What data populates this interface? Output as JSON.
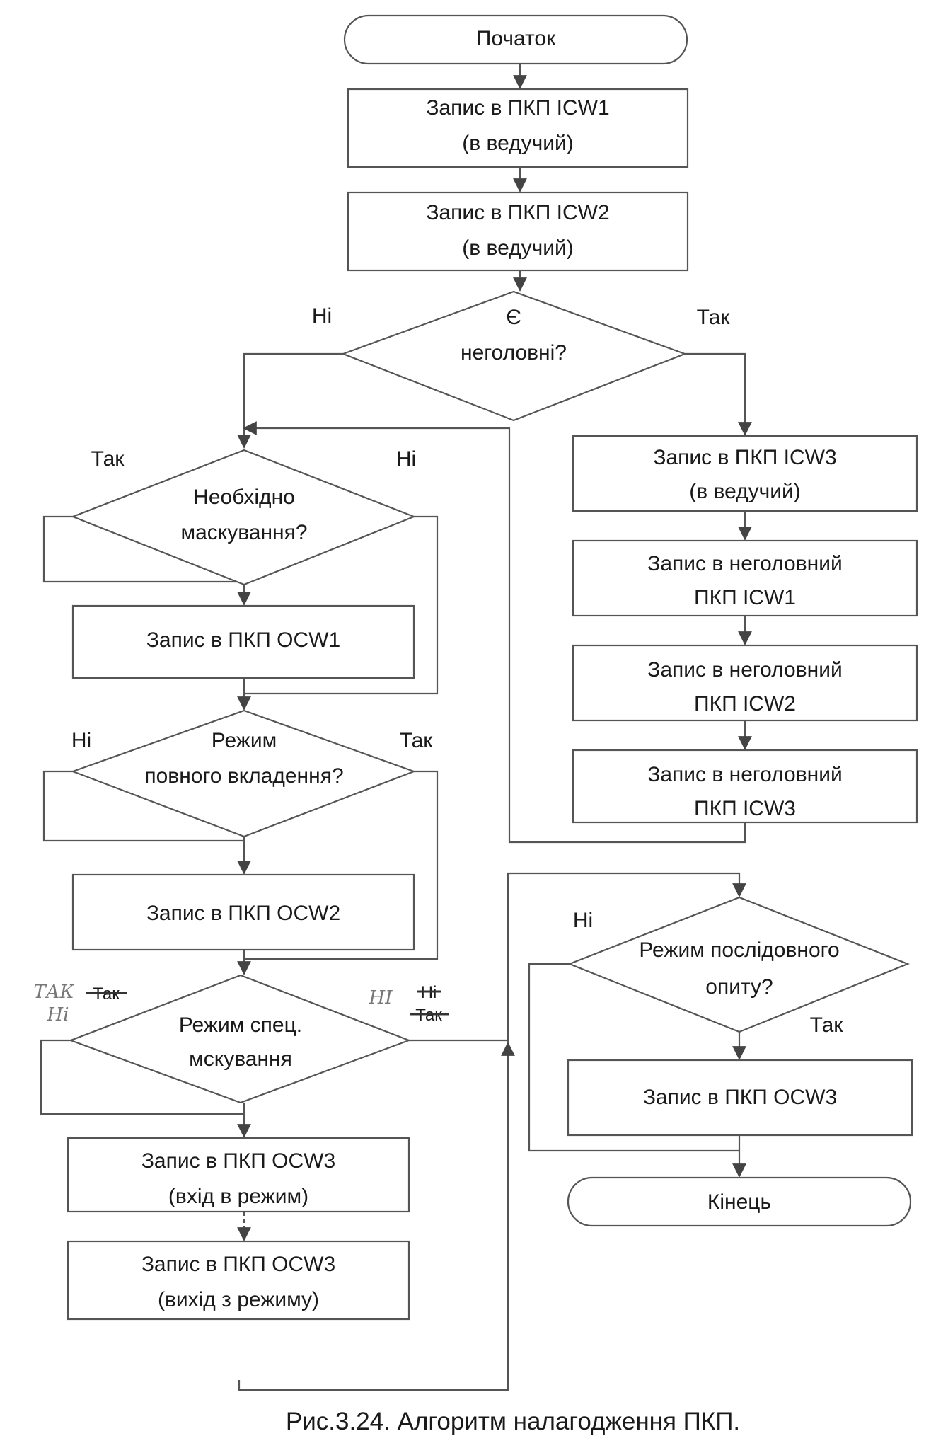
{
  "nodes": {
    "start": {
      "text": "Початок"
    },
    "icw1_master": {
      "line1": "Запис в ПКП ICW1",
      "line2": "(в ведучий)"
    },
    "icw2_master": {
      "line1": "Запис в ПКП ICW2",
      "line2": "(в ведучий)"
    },
    "has_slaves": {
      "line1": "Є",
      "line2": "неголовні?"
    },
    "icw3_master": {
      "line1": "Запис в ПКП ICW3",
      "line2": "(в ведучий)"
    },
    "slave_icw1": {
      "line1": "Запис в неголовний",
      "line2": "ПКП ICW1"
    },
    "slave_icw2": {
      "line1": "Запис в неголовний",
      "line2": "ПКП ICW2"
    },
    "slave_icw3": {
      "line1": "Запис в неголовний",
      "line2": "ПКП ICW3"
    },
    "need_mask": {
      "line1": "Необхідно",
      "line2": "маскування?"
    },
    "ocw1": {
      "text": "Запис в ПКП OCW1"
    },
    "full_nest": {
      "line1": "Режим",
      "line2": "повного вкладення?"
    },
    "ocw2": {
      "text": "Запис в ПКП OCW2"
    },
    "spec_mask": {
      "line1": "Режим спец.",
      "line2": "мскування"
    },
    "ocw3_enter": {
      "line1": "Запис в ПКП OCW3",
      "line2": "(вхід в режим)"
    },
    "ocw3_exit": {
      "line1": "Запис в ПКП OCW3",
      "line2": "(вихід з режиму)"
    },
    "poll_mode": {
      "line1": "Режим послідовного",
      "line2": "опиту?"
    },
    "ocw3_poll": {
      "text": "Запис в ПКП OCW3"
    },
    "end": {
      "text": "Кінець"
    }
  },
  "edge_labels": {
    "has_slaves_no": "Ні",
    "has_slaves_yes": "Так",
    "need_mask_yes": "Так",
    "need_mask_no": "Ні",
    "full_nest_no": "Ні",
    "full_nest_yes": "Так",
    "spec_mask_left_hand": "ТАК",
    "spec_mask_left_struck": "Так",
    "spec_mask_left_hand2": "Ні",
    "spec_mask_right_hand": "НІ",
    "spec_mask_right_struck": "Ні",
    "spec_mask_right_struck2": "Так",
    "poll_no": "Ні",
    "poll_yes": "Так"
  },
  "caption": "Рис.3.24. Алгоритм налагодження ПКП."
}
